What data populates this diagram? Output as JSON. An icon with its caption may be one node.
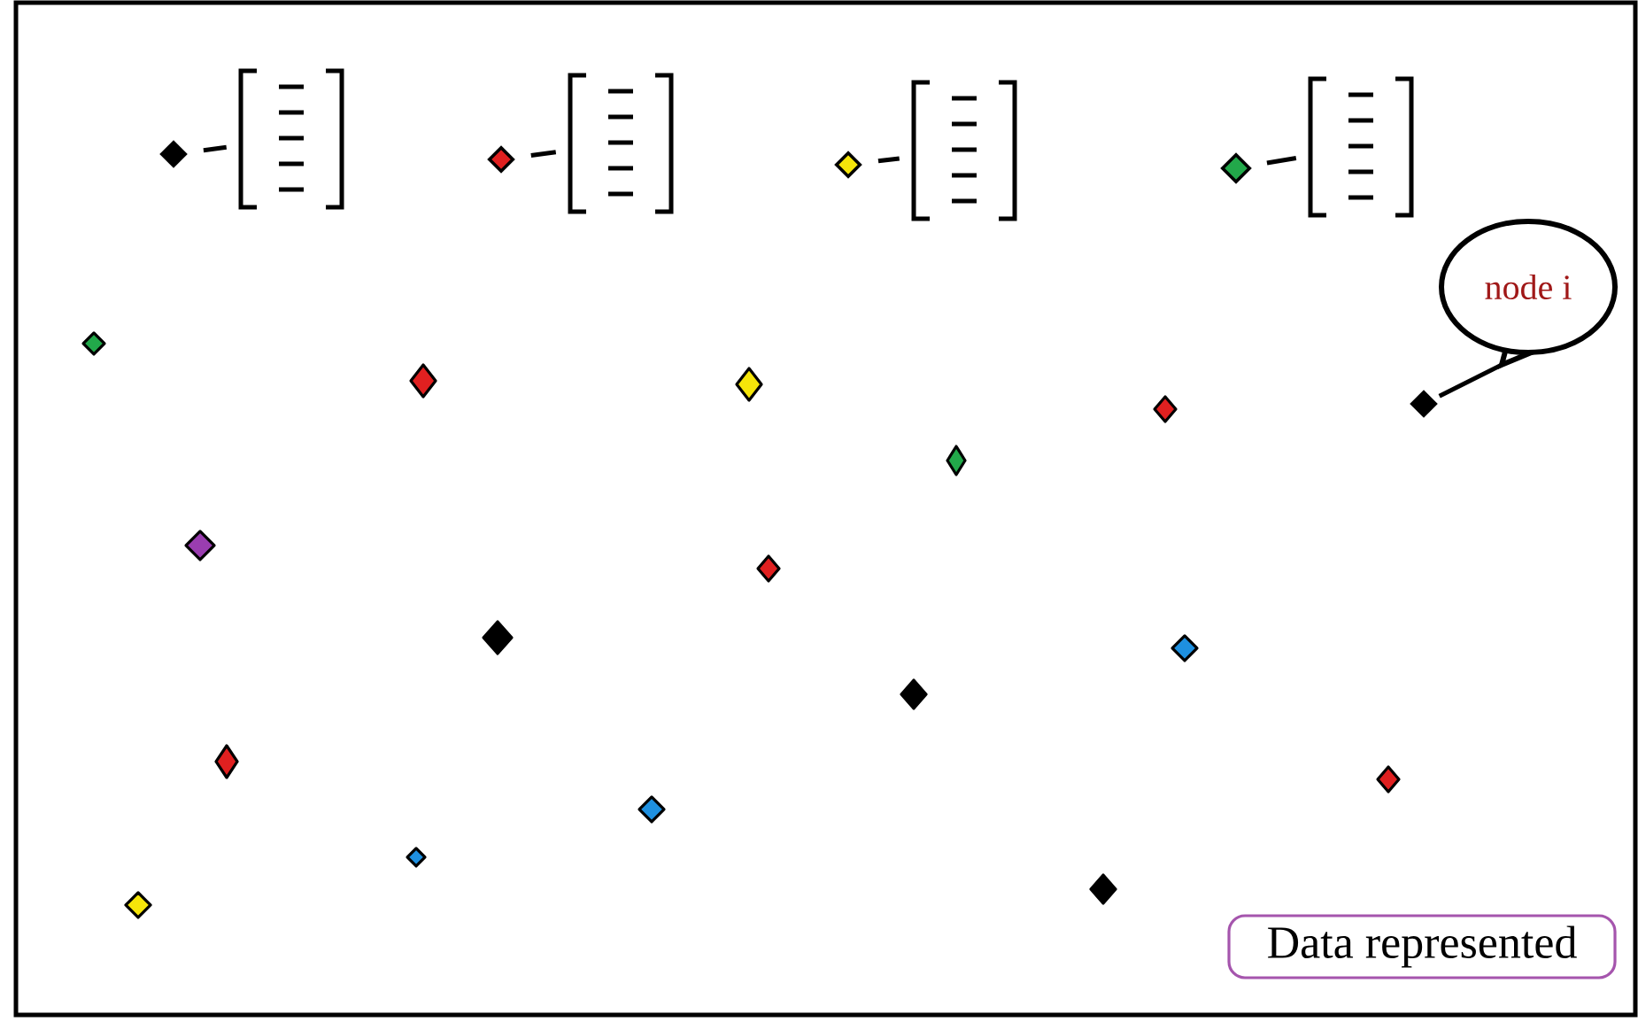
{
  "diagram": {
    "nodes": [
      {
        "text": [],
        "shape": "diamond"
      },
      {
        "text": [],
        "shape": "bracket"
      },
      {
        "text": [],
        "shape": "diamond"
      },
      {
        "text": [],
        "shape": "bracket"
      },
      {
        "text": [],
        "shape": "diamond"
      },
      {
        "text": [],
        "shape": "bracket"
      },
      {
        "text": [],
        "shape": "diamond"
      },
      {
        "text": [],
        "shape": "bracket"
      },
      {
        "text": [
          "node i"
        ]
      },
      {
        "text": [],
        "shape": "diamond"
      },
      {
        "text": [
          "Data represented"
        ]
      }
    ],
    "edges": [
      {
        "from": 0,
        "to": 1,
        "arrow": "none"
      },
      {
        "from": 2,
        "to": 3,
        "arrow": "none"
      },
      {
        "from": 4,
        "to": 5,
        "arrow": "none"
      },
      {
        "from": 6,
        "to": 7,
        "arrow": "none"
      },
      {
        "from": 8,
        "to": 9,
        "arrow": "none"
      }
    ]
  }
}
